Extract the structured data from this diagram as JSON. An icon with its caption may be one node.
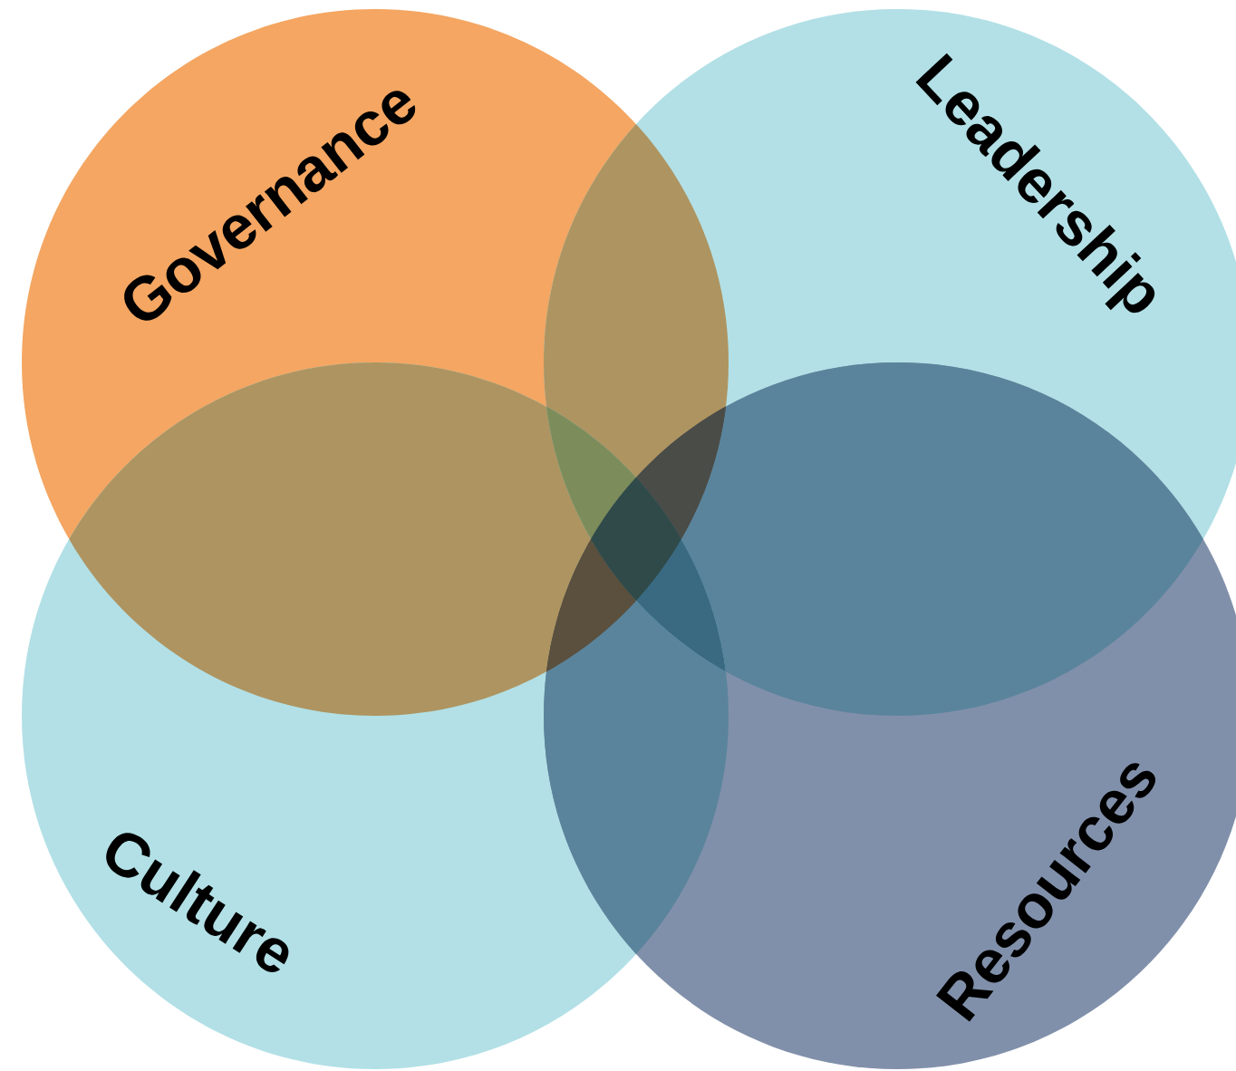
{
  "diagram": {
    "nodes": [
      {
        "text": [
          "Governance"
        ]
      },
      {
        "text": [
          "Leadership"
        ]
      },
      {
        "text": [
          "Culture"
        ]
      },
      {
        "text": [
          "Resources"
        ]
      }
    ]
  }
}
